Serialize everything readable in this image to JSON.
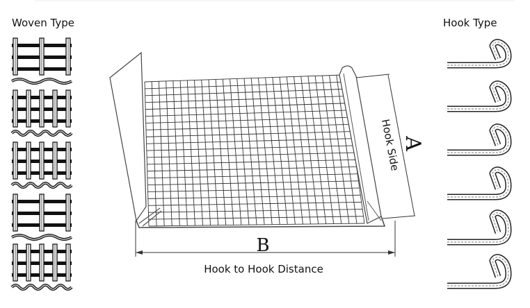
{
  "woven": {
    "title": "Woven Type",
    "patterns": [
      {
        "verticals": 3
      },
      {
        "verticals": 5
      },
      {
        "verticals": 5
      },
      {
        "verticals": 3
      },
      {
        "verticals": 5
      }
    ]
  },
  "hooks": {
    "title": "Hook Type",
    "count": 6
  },
  "diagram": {
    "hook_side_label": "Hook Side",
    "dimension_a": "A",
    "dimension_b": "B",
    "caption": "Hook to Hook Distance"
  }
}
